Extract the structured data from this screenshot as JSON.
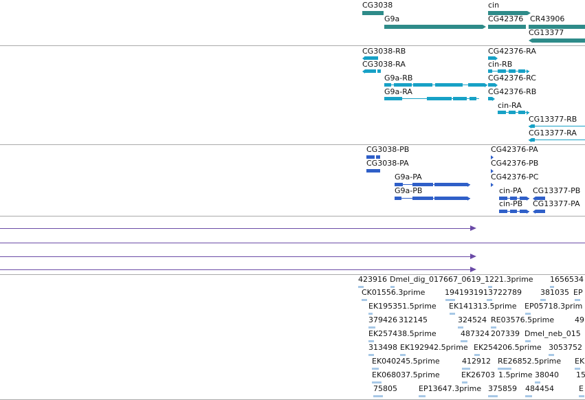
{
  "colors": {
    "gene": "#2e8b89",
    "mrna": "#17a1c6",
    "protein": "#2f5fc8",
    "insertion": "#6a4aa6",
    "est": "#8eb9df",
    "divider": "#a9a9a9"
  },
  "tracks": {
    "genes": {
      "items": [
        {
          "label": "CG3038"
        },
        {
          "label": "G9a"
        },
        {
          "label": "cin"
        },
        {
          "label": "CG42376"
        },
        {
          "label": "CR43906"
        },
        {
          "label": "CG13377"
        }
      ]
    },
    "transcripts": {
      "items": [
        {
          "label": "CG3038-RB"
        },
        {
          "label": "CG3038-RA"
        },
        {
          "label": "G9a-RB"
        },
        {
          "label": "G9a-RA"
        },
        {
          "label": "CG42376-RA"
        },
        {
          "label": "cin-RB"
        },
        {
          "label": "CG42376-RC"
        },
        {
          "label": "CG42376-RB"
        },
        {
          "label": "cin-RA"
        },
        {
          "label": "CG13377-RB"
        },
        {
          "label": "CG13377-RA"
        }
      ]
    },
    "proteins": {
      "items": [
        {
          "label": "CG3038-PB"
        },
        {
          "label": "CG3038-PA"
        },
        {
          "label": "G9a-PA"
        },
        {
          "label": "G9a-PB"
        },
        {
          "label": "CG42376-PA"
        },
        {
          "label": "CG42376-PB"
        },
        {
          "label": "CG42376-PC"
        },
        {
          "label": "cin-PA"
        },
        {
          "label": "CG13377-PB"
        },
        {
          "label": "cin-PB"
        },
        {
          "label": "CG13377-PA"
        }
      ]
    },
    "ests": {
      "labels": [
        "423916",
        "Dmel_dig_017667_0619_1221.3prime",
        "1656534",
        "CK01556.3prime",
        "1941931913722789",
        "381035",
        "EP",
        "EK195351.5prime",
        "EK14131",
        "3.5prime",
        "EP05718.3prim",
        "379426",
        "312145",
        "324524",
        "RE03576.5prime",
        "49",
        "EK257438.5prime",
        "487324",
        "207339",
        "Dmel_neb_015",
        "313498",
        "EK192942.5prime",
        "EK254206.5prime",
        "3053752",
        "EK040245.5prime",
        "412912",
        "RE26852.5prime",
        "EK",
        "EK068037.5prime",
        "EK26703",
        "1.5prime",
        "38040",
        "15",
        "75805",
        "EP13647.3prime",
        "375859",
        "484454",
        "E"
      ]
    }
  }
}
